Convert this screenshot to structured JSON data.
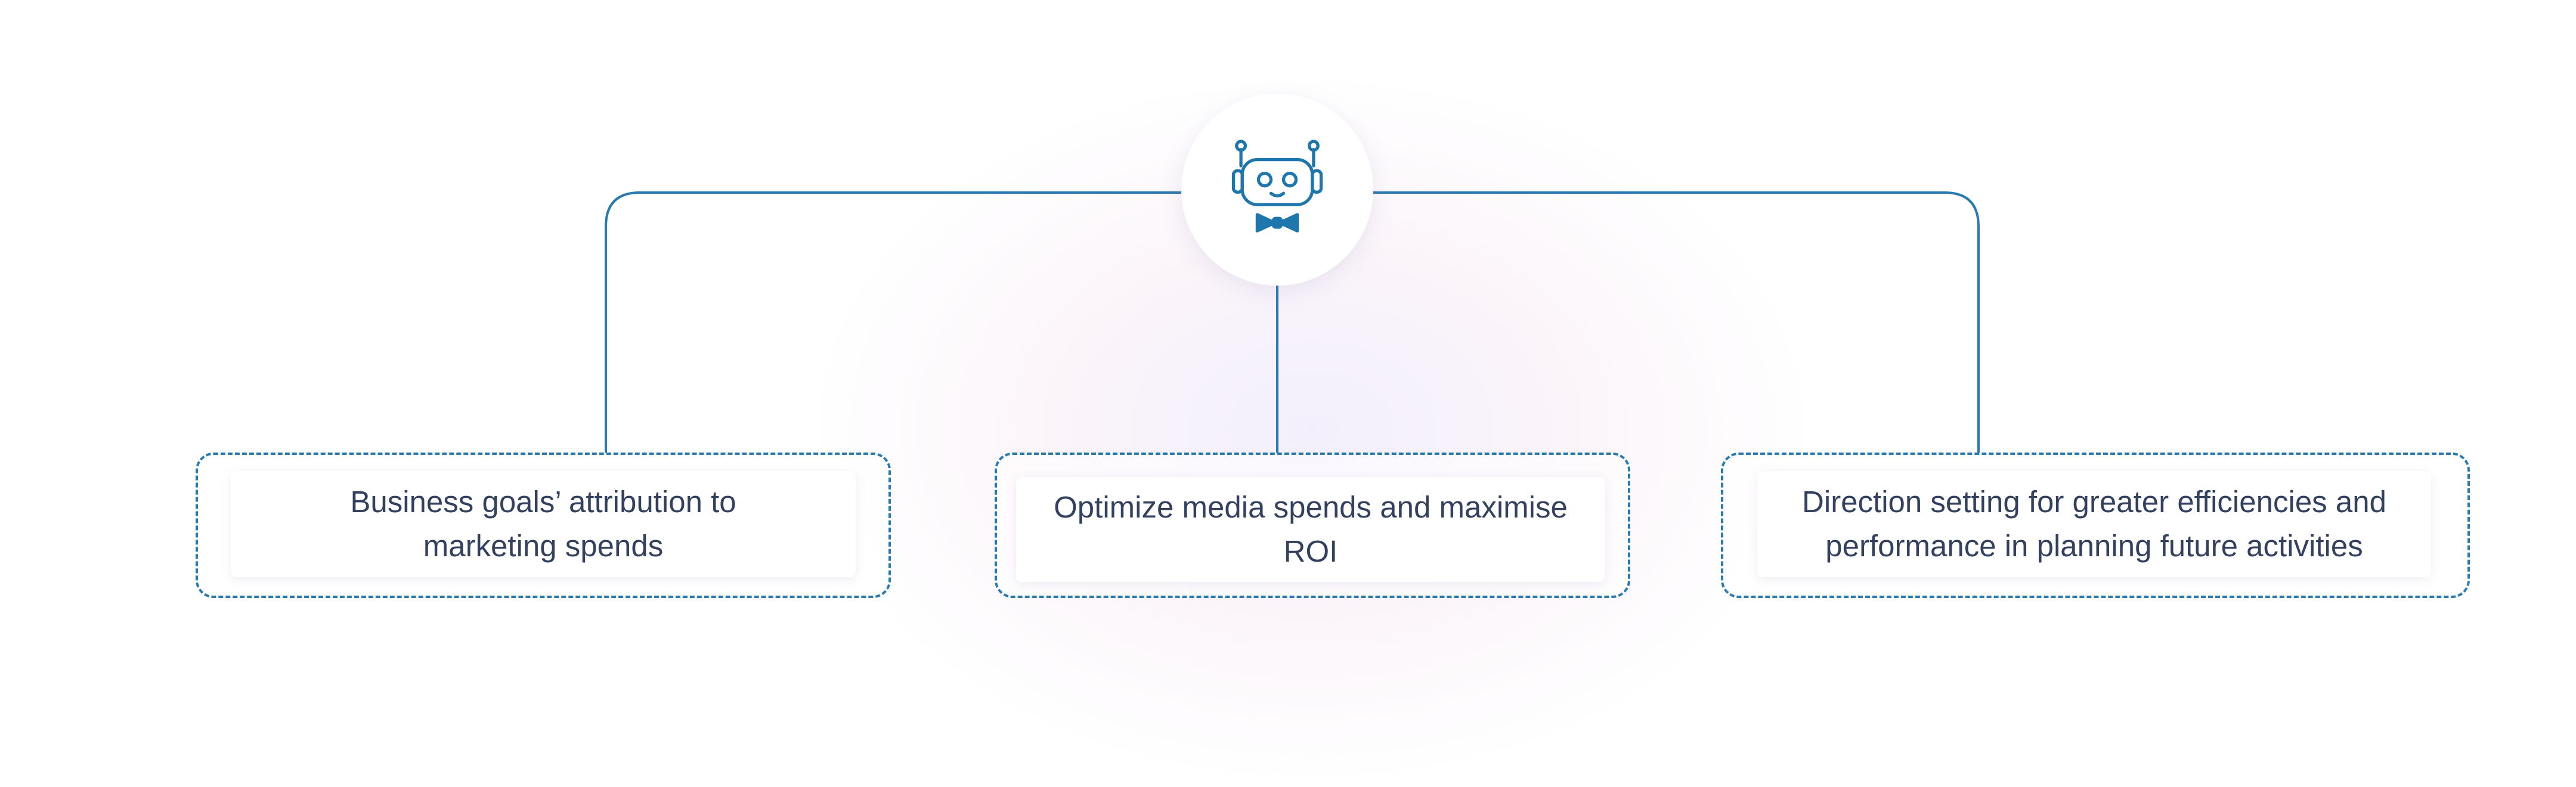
{
  "colors": {
    "accent": "#2a7ab2",
    "text": "#33415f",
    "background": "#ffffff"
  },
  "center": {
    "icon": "robot-with-bowtie-icon"
  },
  "cards": [
    {
      "text": "Business goals’ attribution to marketing spends"
    },
    {
      "text": "Optimize media spends and maximise ROI"
    },
    {
      "text": "Direction setting for greater efficiencies and performance in planning future activities"
    }
  ]
}
